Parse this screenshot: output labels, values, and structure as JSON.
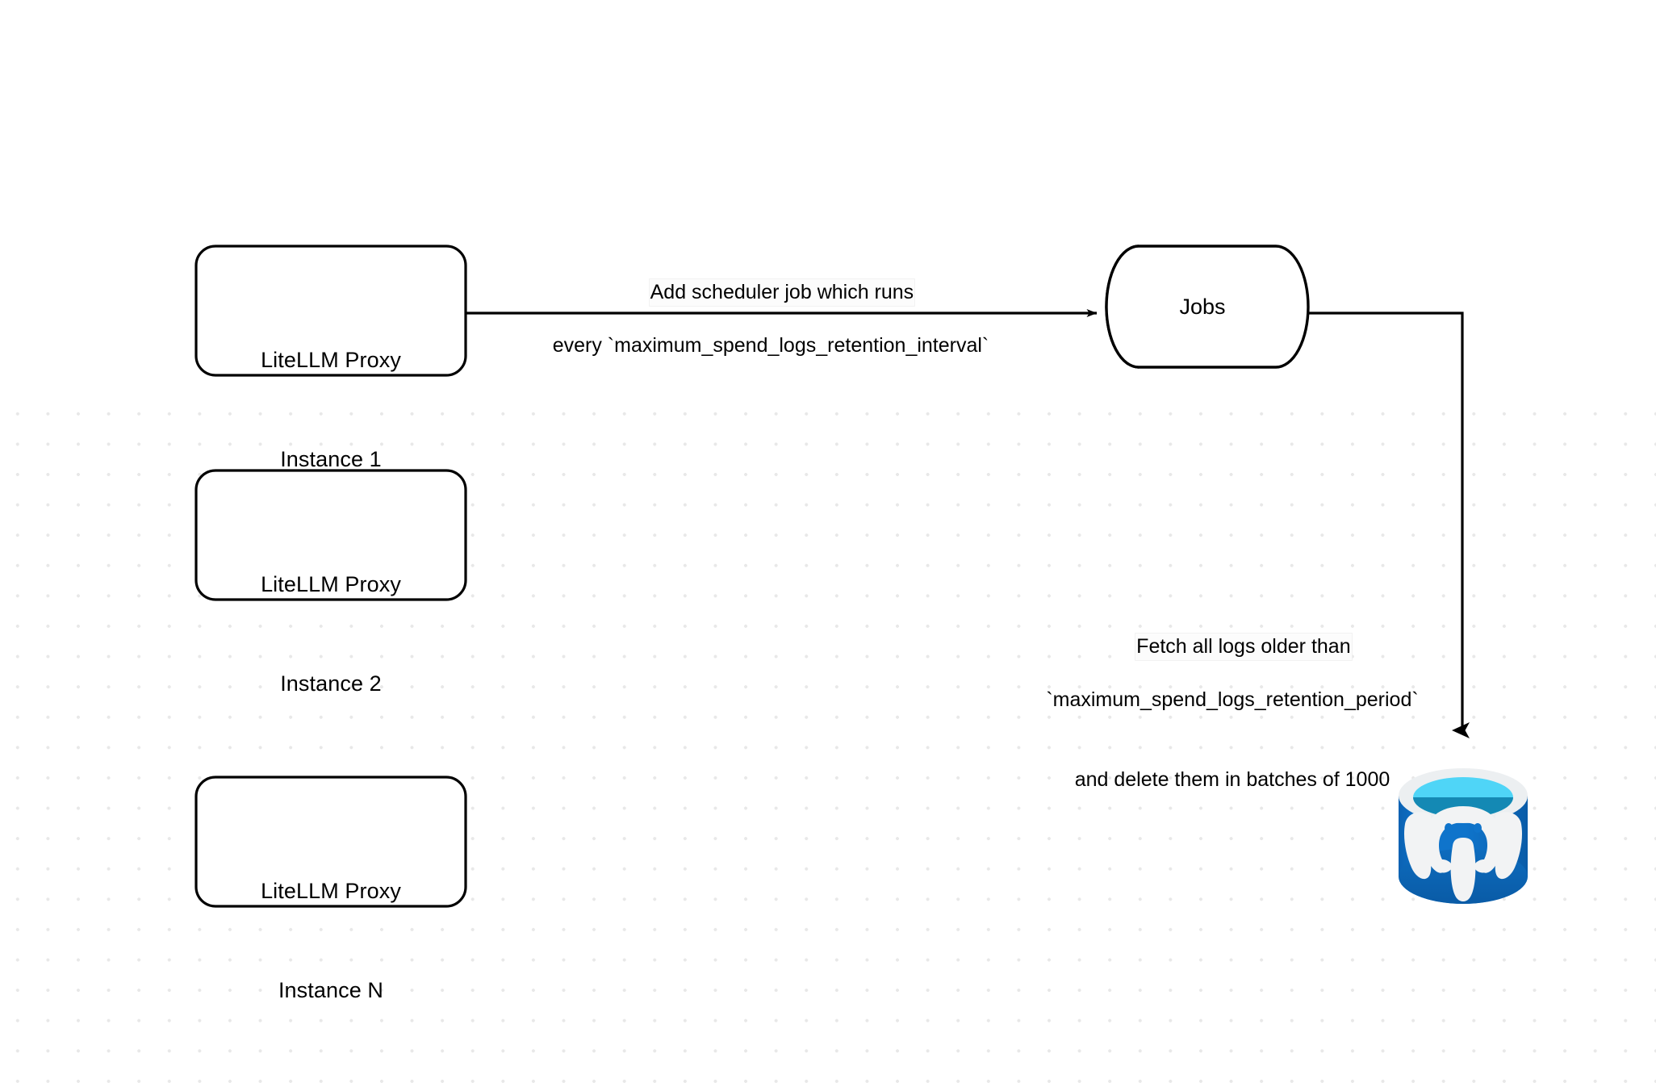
{
  "diagram": {
    "title": "LiteLLM spend logs retention scheduler flow",
    "background": "#ffffff",
    "grid": {
      "visible": true,
      "dot_color": "#e8e8e8",
      "spacing": 38
    },
    "nodes": [
      {
        "id": "proxy1",
        "shape": "rounded-rectangle",
        "label_line1": "LiteLLM Proxy",
        "label_line2": "Instance 1",
        "stroke": "#000000",
        "fill": "#ffffff"
      },
      {
        "id": "proxy2",
        "shape": "rounded-rectangle",
        "label_line1": "LiteLLM Proxy",
        "label_line2": "Instance 2",
        "stroke": "#000000",
        "fill": "#ffffff"
      },
      {
        "id": "proxyN",
        "shape": "rounded-rectangle",
        "label_line1": "LiteLLM Proxy",
        "label_line2": "Instance N",
        "stroke": "#000000",
        "fill": "#ffffff"
      },
      {
        "id": "jobs",
        "shape": "horizontal-cylinder",
        "label": "Jobs",
        "stroke": "#000000",
        "fill": "#ffffff"
      },
      {
        "id": "postgres",
        "shape": "database-cylinder-icon",
        "icon": "postgresql-icon",
        "body_color": "#0d6fc4",
        "rim_color": "#eceff1",
        "top_color": "#4fd5f7",
        "inner_color": "#1489b4",
        "elephant_color": "#f2f3f4"
      }
    ],
    "edges": [
      {
        "id": "edge-scheduler",
        "from": "proxy1",
        "to": "jobs",
        "arrow": "triangle",
        "label_line1": "Add scheduler job which runs",
        "label_line2": "every `maximum_spend_logs_retention_interval`"
      },
      {
        "id": "edge-fetch-delete",
        "from": "jobs",
        "to": "postgres",
        "arrow": "triangle",
        "label_line1": "Fetch all logs older than",
        "label_line2": "`maximum_spend_logs_retention_period`",
        "label_line3": "and delete them in batches of 1000"
      }
    ]
  }
}
